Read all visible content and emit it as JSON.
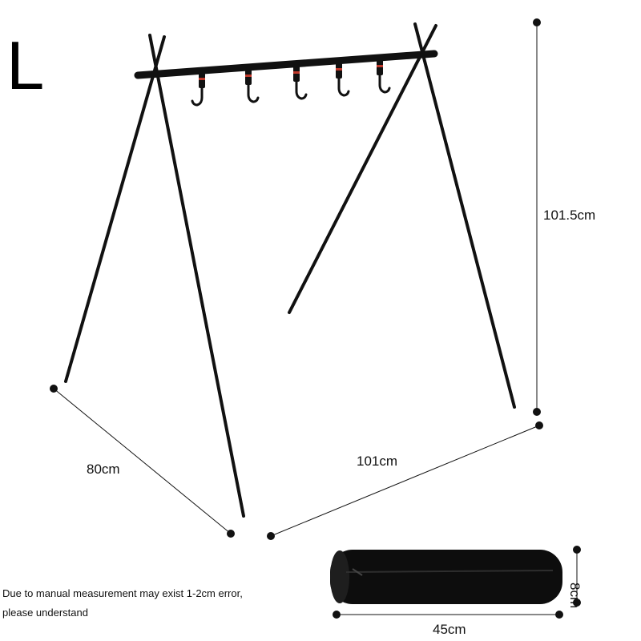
{
  "size_label": "L",
  "dimensions": {
    "height": "101.5cm",
    "width": "101cm",
    "depth": "80cm",
    "bag_length": "45cm",
    "bag_diameter": "8cm"
  },
  "note": {
    "line1": "Due to manual measurement may exist 1-2cm error,",
    "line2": "please understand"
  },
  "colors": {
    "background": "#ffffff",
    "frame": "#111111",
    "hook_accent": "#c0392b",
    "bag": "#0d0d0d"
  },
  "hooks_count": 5
}
